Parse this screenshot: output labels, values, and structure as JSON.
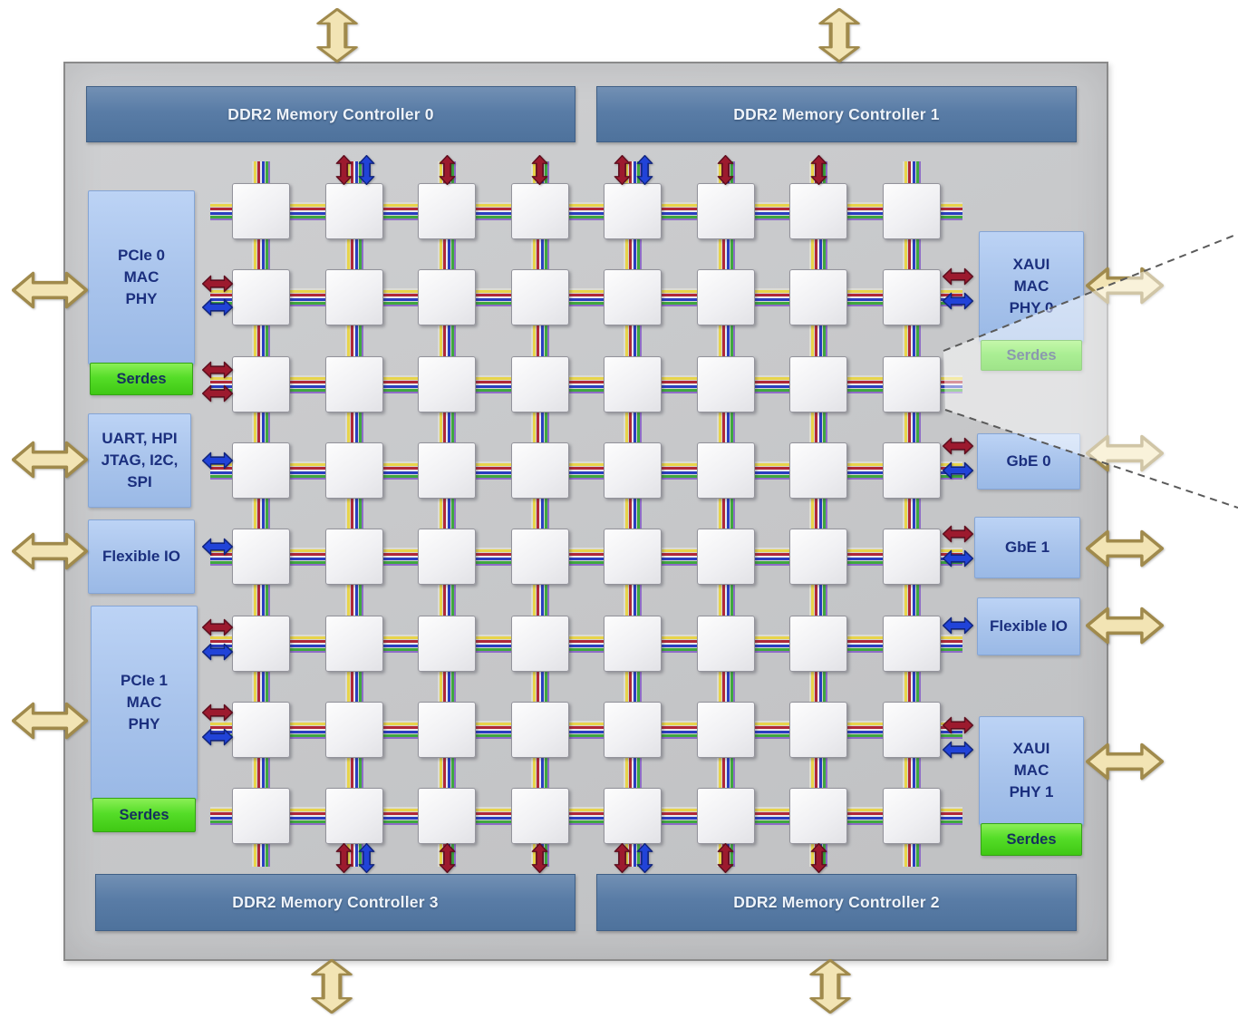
{
  "chip": {
    "grid": {
      "rows": 8,
      "cols": 8
    },
    "memory_controllers": {
      "top_left": "DDR2 Memory Controller 0",
      "top_right": "DDR2 Memory Controller 1",
      "bottom_left": "DDR2 Memory Controller 3",
      "bottom_right": "DDR2 Memory Controller 2"
    },
    "left_blocks": [
      {
        "name": "pcie0",
        "label": [
          "PCIe 0",
          "MAC",
          "PHY"
        ],
        "serdes": "Serdes"
      },
      {
        "name": "uart-hpi-jtag-i2c-spi",
        "label": [
          "UART, HPI",
          "JTAG, I2C,",
          "SPI"
        ]
      },
      {
        "name": "flexible-io-left",
        "label": [
          "Flexible IO"
        ]
      },
      {
        "name": "pcie1",
        "label": [
          "PCIe 1",
          "MAC",
          "PHY"
        ],
        "serdes": "Serdes"
      }
    ],
    "right_blocks": [
      {
        "name": "xaui0",
        "label": [
          "XAUI",
          "MAC",
          "PHY 0"
        ],
        "serdes": "Serdes"
      },
      {
        "name": "gbe0",
        "label": [
          "GbE 0"
        ]
      },
      {
        "name": "gbe1",
        "label": [
          "GbE 1"
        ]
      },
      {
        "name": "flexible-io-right",
        "label": [
          "Flexible IO"
        ]
      },
      {
        "name": "xaui1",
        "label": [
          "XAUI",
          "MAC",
          "PHY 1"
        ],
        "serdes": "Serdes"
      }
    ]
  },
  "colors": {
    "chip_bg": "#c9cacc",
    "block_blue": "#a9c4ec",
    "ddr_slate": "#597ca6",
    "serdes_green": "#55dd28",
    "label_navy": "#1b2f7e",
    "io_arrow_tan": "#f2e4b4",
    "io_arrow_outline": "#a08a4c",
    "port_arrow_red": "#9c1a2e",
    "port_arrow_red_outline": "#5e0e1e",
    "port_arrow_blue": "#2143d8",
    "port_arrow_blue_outline": "#10247e"
  }
}
